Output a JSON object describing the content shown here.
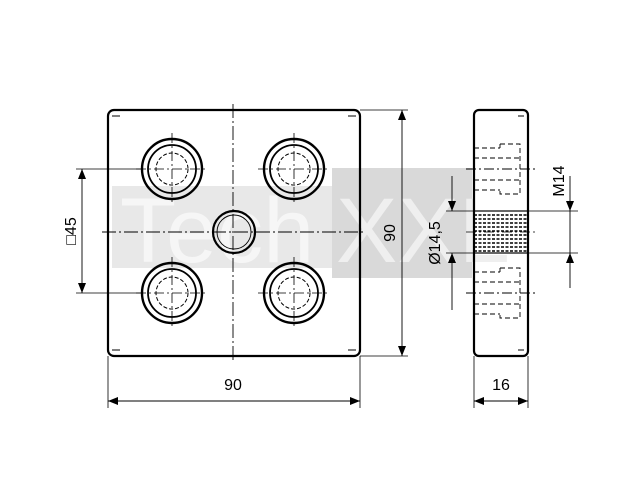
{
  "watermark": {
    "part1": "Tech",
    "part2": "XXL"
  },
  "dimensions": {
    "front_width": "90",
    "front_height": "90",
    "hole_spacing": "□45",
    "side_thickness": "16",
    "thread": "M14",
    "bore_diameter": "Ø14,5"
  },
  "colors": {
    "line": "#000000",
    "watermark_light": "#e6e6e6",
    "watermark_dark": "#d0d0d0"
  }
}
